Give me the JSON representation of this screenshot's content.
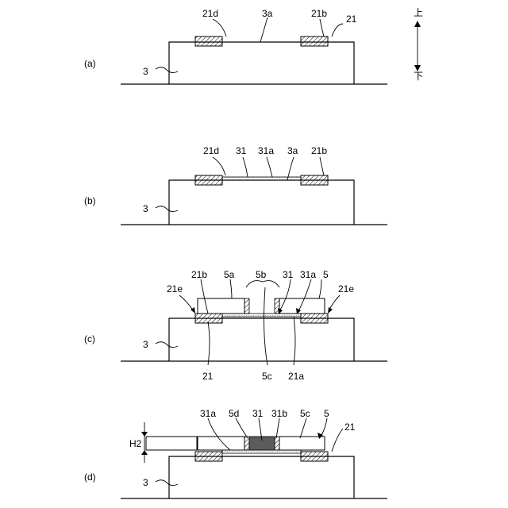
{
  "direction": {
    "up": "上",
    "down": "下"
  },
  "panels": [
    {
      "id": "a",
      "label": "(a)",
      "refs": {
        "base": "3",
        "surface": "3a",
        "left_pad": "21d",
        "right_pad": "21b",
        "pad_group": "21"
      }
    },
    {
      "id": "b",
      "label": "(b)",
      "refs": {
        "base": "3",
        "left_pad": "21d",
        "film": "31",
        "film_top": "31a",
        "surface": "3a",
        "right_pad": "21b"
      }
    },
    {
      "id": "c",
      "label": "(c)",
      "refs": {
        "edge_left": "21e",
        "edge_right": "21e",
        "left_pad_top": "21b",
        "cover_top": "5a",
        "openings": "5b",
        "film": "31",
        "film_top": "31a",
        "cover": "5",
        "left_pad": "21",
        "opening_bottom": "5c",
        "pad_inner": "21a",
        "base": "3"
      }
    },
    {
      "id": "d",
      "label": "(d)",
      "refs": {
        "height": "H2",
        "film_top": "31a",
        "opening_side": "5d",
        "film": "31",
        "fill": "31b",
        "opening_bottom": "5c",
        "cover": "5",
        "pad_group": "21",
        "base": "3"
      }
    }
  ],
  "colors": {
    "line": "#000000",
    "background": "#ffffff",
    "dots": "#888888",
    "fill_dark": "#555555"
  }
}
